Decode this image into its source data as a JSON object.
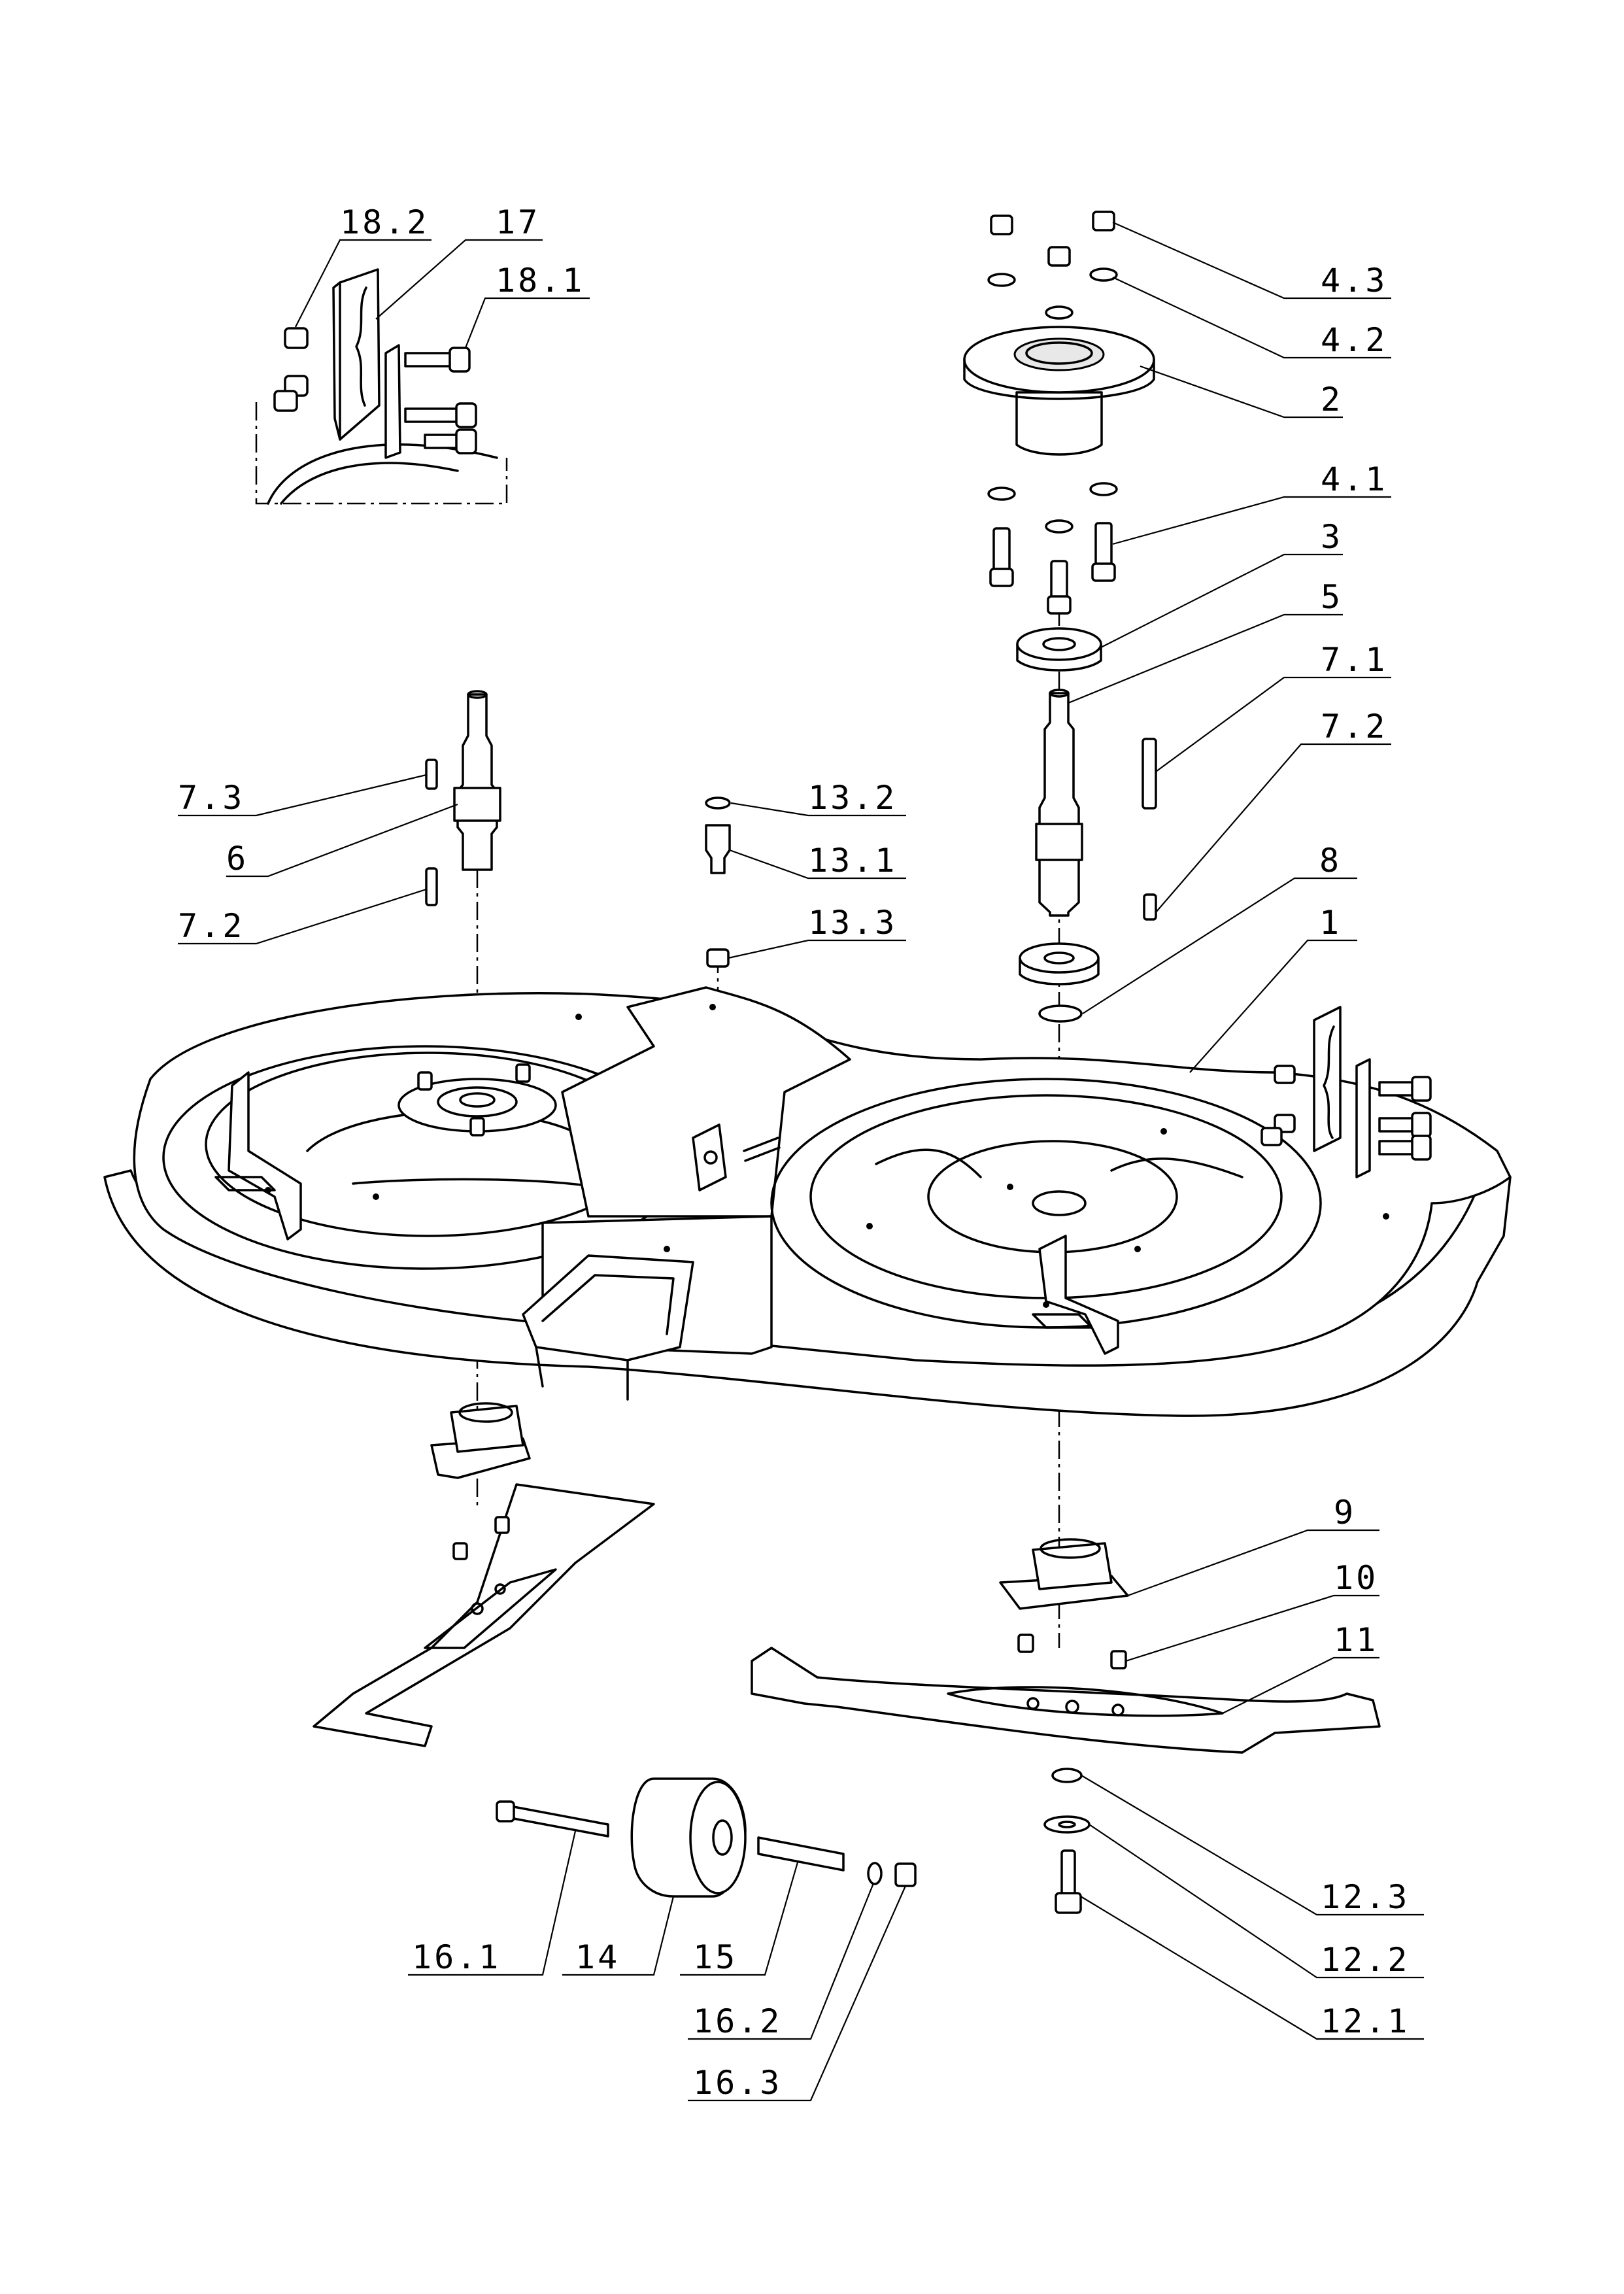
{
  "callouts": [
    {
      "id": "c-18-2",
      "text": "18.2"
    },
    {
      "id": "c-17",
      "text": "17"
    },
    {
      "id": "c-18-1",
      "text": "18.1"
    },
    {
      "id": "c-4-3",
      "text": "4.3"
    },
    {
      "id": "c-4-2",
      "text": "4.2"
    },
    {
      "id": "c-2",
      "text": "2"
    },
    {
      "id": "c-4-1",
      "text": "4.1"
    },
    {
      "id": "c-3",
      "text": "3"
    },
    {
      "id": "c-5",
      "text": "5"
    },
    {
      "id": "c-7-1",
      "text": "7.1"
    },
    {
      "id": "c-7-2-right",
      "text": "7.2"
    },
    {
      "id": "c-7-3",
      "text": "7.3"
    },
    {
      "id": "c-6",
      "text": "6"
    },
    {
      "id": "c-7-2-left",
      "text": "7.2"
    },
    {
      "id": "c-13-2",
      "text": "13.2"
    },
    {
      "id": "c-13-1",
      "text": "13.1"
    },
    {
      "id": "c-13-3",
      "text": "13.3"
    },
    {
      "id": "c-8",
      "text": "8"
    },
    {
      "id": "c-1",
      "text": "1"
    },
    {
      "id": "c-9",
      "text": "9"
    },
    {
      "id": "c-10",
      "text": "10"
    },
    {
      "id": "c-11",
      "text": "11"
    },
    {
      "id": "c-12-3",
      "text": "12.3"
    },
    {
      "id": "c-12-2",
      "text": "12.2"
    },
    {
      "id": "c-12-1",
      "text": "12.1"
    },
    {
      "id": "c-16-1",
      "text": "16.1"
    },
    {
      "id": "c-14",
      "text": "14"
    },
    {
      "id": "c-15",
      "text": "15"
    },
    {
      "id": "c-16-2",
      "text": "16.2"
    },
    {
      "id": "c-16-3",
      "text": "16.3"
    }
  ]
}
